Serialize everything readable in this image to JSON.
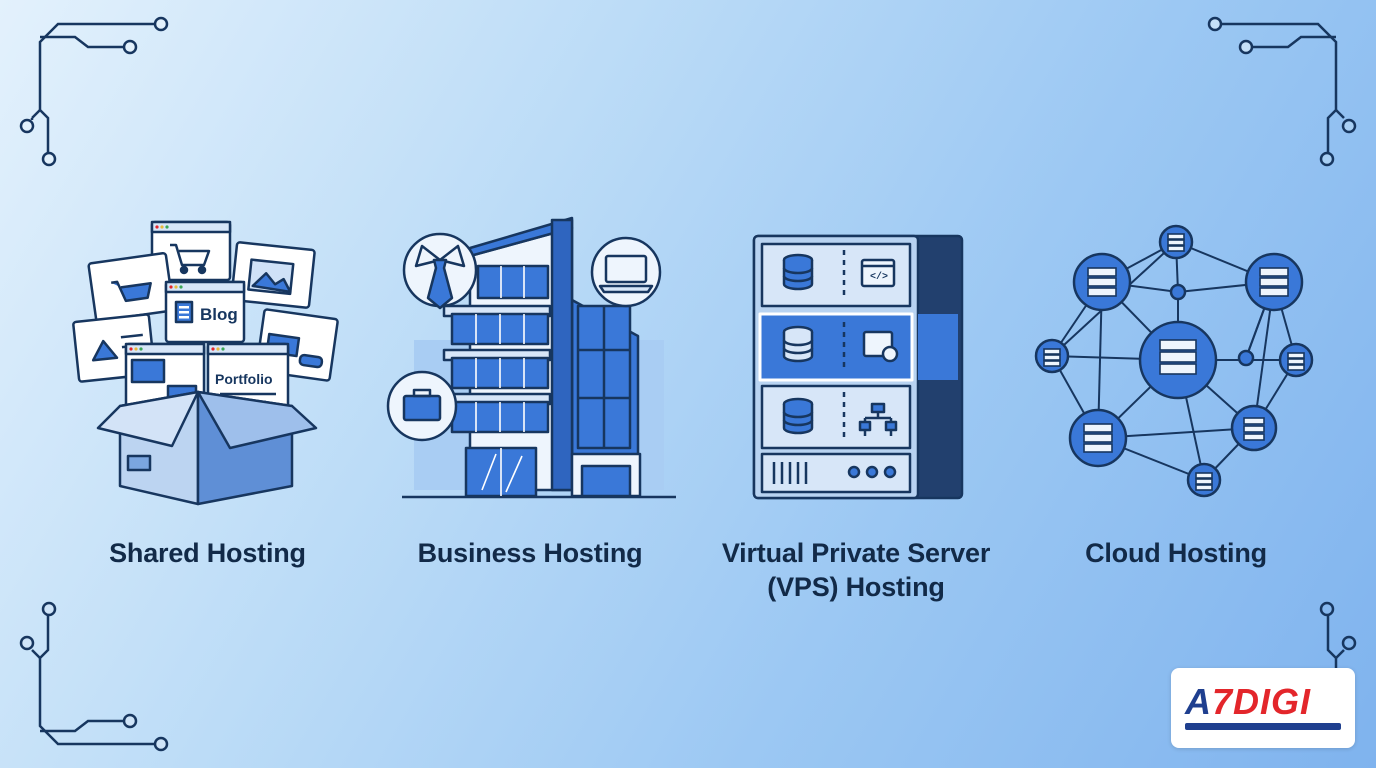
{
  "categories": [
    {
      "title": "Shared Hosting",
      "icon": "shared-hosting-box-icon",
      "tiles": {
        "blog": "Blog",
        "portfolio": "Portfolio"
      }
    },
    {
      "title": "Business Hosting",
      "icon": "business-building-icon"
    },
    {
      "title_line1": "Virtual Private Server",
      "title_line2": "(VPS) Hosting",
      "icon": "vps-server-rack-icon"
    },
    {
      "title": "Cloud Hosting",
      "icon": "cloud-network-icon"
    }
  ],
  "logo": {
    "brand_a": "A",
    "brand_7": "7",
    "brand_digi": "DIGI"
  },
  "colors": {
    "background_start": "#e3f1fc",
    "background_end": "#7fb3ee",
    "ink": "#17365f",
    "accent_blue": "#3a78d8",
    "light_fill": "#d7e6f8",
    "label_text": "#122a48",
    "brand_red": "#e3262b",
    "brand_navy": "#1f3f8f"
  }
}
